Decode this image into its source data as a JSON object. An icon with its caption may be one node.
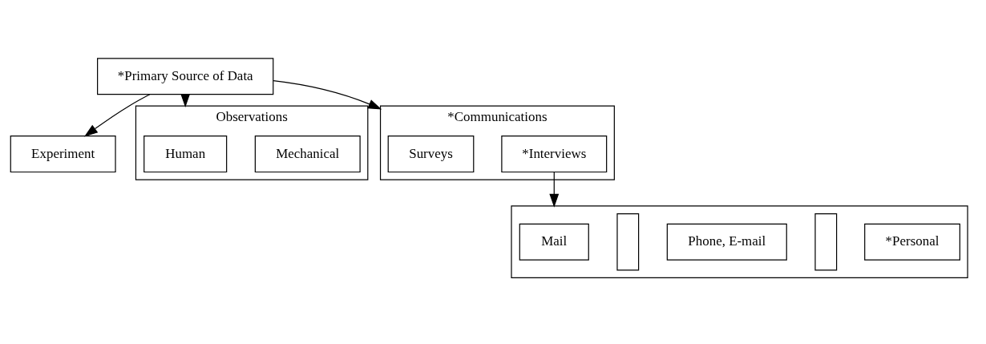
{
  "diagram": {
    "nodes": [
      {
        "text": [
          "*Primary Source of Data"
        ]
      },
      {
        "text": [
          "Experiment"
        ]
      },
      {
        "text": [
          "Observations"
        ]
      },
      {
        "text": [
          "Human"
        ],
        "in": 2
      },
      {
        "text": [
          "Mechanical"
        ],
        "in": 2
      },
      {
        "text": [
          "*Communications"
        ]
      },
      {
        "text": [
          "Surveys"
        ],
        "in": 5
      },
      {
        "text": [
          "*Interviews"
        ],
        "in": 5
      },
      {
        "text": [],
        "shape": "box"
      },
      {
        "text": [
          "Mail"
        ],
        "in": 8
      },
      {
        "text": [],
        "shape": "box",
        "in": 8
      },
      {
        "text": [
          "Phone, E-mail"
        ],
        "in": 8
      },
      {
        "text": [],
        "shape": "box",
        "in": 8
      },
      {
        "text": [
          "*Personal"
        ],
        "in": 8
      }
    ],
    "edges": [
      {
        "from": 0,
        "to": 1,
        "arrow": "to"
      },
      {
        "from": 0,
        "to": 2,
        "arrow": "to"
      },
      {
        "from": 0,
        "to": 5,
        "arrow": "to"
      },
      {
        "from": 7,
        "to": 8,
        "arrow": "to"
      }
    ]
  }
}
